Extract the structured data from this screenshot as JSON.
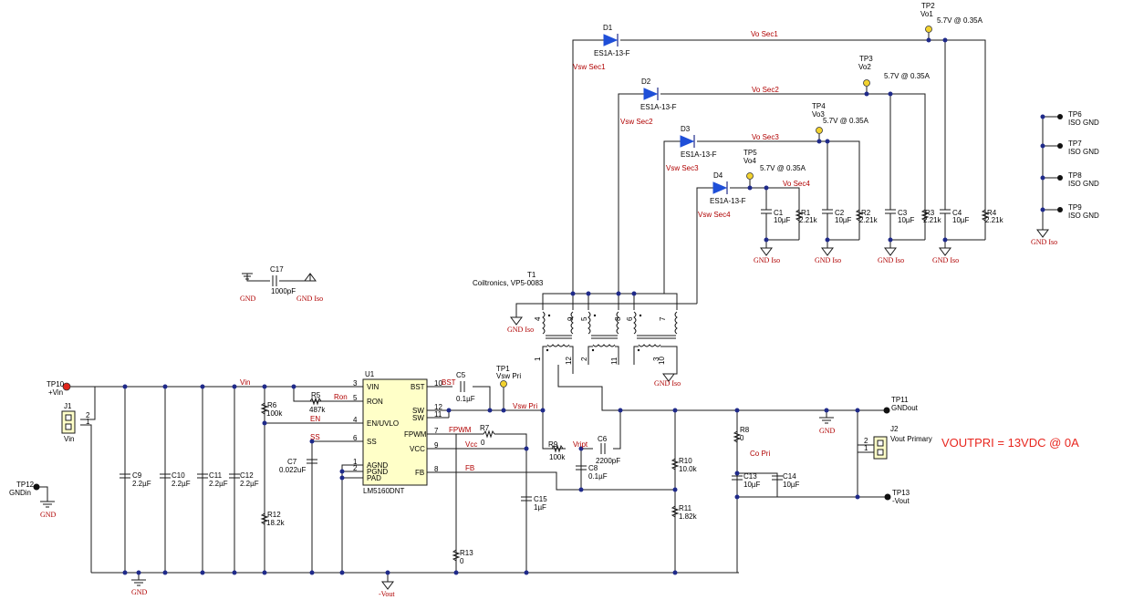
{
  "annotation": "VOUTPRI = 13VDC @ 0A",
  "ic": {
    "ref": "U1",
    "part": "LM5160DNT",
    "pins_left": [
      {
        "num": "3",
        "name": "VIN"
      },
      {
        "num": "5",
        "name": "RON"
      },
      {
        "num": "4",
        "name": "EN/UVLO"
      },
      {
        "num": "6",
        "name": "SS"
      },
      {
        "num": "1",
        "name": "AGND"
      },
      {
        "num": "2",
        "name": "PGND"
      },
      {
        "num": "",
        "name": "PAD"
      }
    ],
    "pins_right": [
      {
        "num": "10",
        "name": "BST"
      },
      {
        "num": "12",
        "name": "SW"
      },
      {
        "num": "11",
        "name": "SW"
      },
      {
        "num": "7",
        "name": "FPWM"
      },
      {
        "num": "9",
        "name": "VCC"
      },
      {
        "num": "8",
        "name": "FB"
      }
    ]
  },
  "transformer": {
    "ref": "T1",
    "part": "Coiltronics, VP5-0083",
    "pins": [
      "4",
      "9",
      "5",
      "8",
      "6",
      "7",
      "1",
      "12",
      "2",
      "11",
      "3",
      "10"
    ]
  },
  "diodes": [
    {
      "ref": "D1",
      "part": "ES1A-13-F"
    },
    {
      "ref": "D2",
      "part": "ES1A-13-F"
    },
    {
      "ref": "D3",
      "part": "ES1A-13-F"
    },
    {
      "ref": "D4",
      "part": "ES1A-13-F"
    }
  ],
  "test_points": [
    {
      "ref": "TP1",
      "label": "Vsw Pri"
    },
    {
      "ref": "TP2",
      "label": "Vo1"
    },
    {
      "ref": "TP3",
      "label": "Vo2"
    },
    {
      "ref": "TP4",
      "label": "Vo3"
    },
    {
      "ref": "TP5",
      "label": "Vo4"
    },
    {
      "ref": "TP6",
      "label": "ISO GND"
    },
    {
      "ref": "TP7",
      "label": "ISO GND"
    },
    {
      "ref": "TP8",
      "label": "ISO GND"
    },
    {
      "ref": "TP9",
      "label": "ISO GND"
    },
    {
      "ref": "TP10",
      "label": "+Vin"
    },
    {
      "ref": "TP11",
      "label": "GNDout"
    },
    {
      "ref": "TP12",
      "label": "GNDin"
    },
    {
      "ref": "TP13",
      "label": "-Vout"
    }
  ],
  "ratings": [
    "5.7V @ 0.35A",
    "5.7V @ 0.35A",
    "5.7V @ 0.35A",
    "5.7V @ 0.35A"
  ],
  "connectors": [
    {
      "ref": "J1",
      "label": "Vin",
      "pins": [
        "2",
        "1"
      ]
    },
    {
      "ref": "J2",
      "label": "Vout Primary",
      "pins": [
        "2",
        "1"
      ]
    }
  ],
  "nets": {
    "vin": "Vin",
    "ron": "Ron",
    "en": "EN",
    "ss": "SS",
    "bst": "BST",
    "vsw_pri": "Vsw Pri",
    "fpwm": "FPWM",
    "vcc": "Vcc",
    "vript": "Vript",
    "fb": "FB",
    "co_pri": "Co Pri",
    "vo_sec1": "Vo Sec1",
    "vo_sec2": "Vo Sec2",
    "vo_sec3": "Vo Sec3",
    "vo_sec4": "Vo Sec4",
    "vsw_sec1": "Vsw Sec1",
    "vsw_sec2": "Vsw Sec2",
    "vsw_sec3": "Vsw Sec3",
    "vsw_sec4": "Vsw Sec4"
  },
  "grounds": {
    "gnd": "GND",
    "gnd_iso": "GND Iso",
    "vout_neg": "-Vout"
  },
  "components": {
    "c1": {
      "ref": "C1",
      "value": "10µF"
    },
    "c2": {
      "ref": "C2",
      "value": "10µF"
    },
    "c3": {
      "ref": "C3",
      "value": "10µF"
    },
    "c4": {
      "ref": "C4",
      "value": "10µF"
    },
    "c5": {
      "ref": "C5",
      "value": "0.1µF"
    },
    "c6": {
      "ref": "C6",
      "value": "2200pF"
    },
    "c7": {
      "ref": "C7",
      "value": "0.022uF"
    },
    "c8": {
      "ref": "C8",
      "value": "0.1µF"
    },
    "c9": {
      "ref": "C9",
      "value": "2.2µF"
    },
    "c10": {
      "ref": "C10",
      "value": "2.2µF"
    },
    "c11": {
      "ref": "C11",
      "value": "2.2µF"
    },
    "c12": {
      "ref": "C12",
      "value": "2.2µF"
    },
    "c13": {
      "ref": "C13",
      "value": "10µF"
    },
    "c14": {
      "ref": "C14",
      "value": "10µF"
    },
    "c15": {
      "ref": "C15",
      "value": "1µF"
    },
    "c17": {
      "ref": "C17",
      "value": "1000pF"
    },
    "r1": {
      "ref": "R1",
      "value": "2.21k"
    },
    "r2": {
      "ref": "R2",
      "value": "2.21k"
    },
    "r3": {
      "ref": "R3",
      "value": "2.21k"
    },
    "r4": {
      "ref": "R4",
      "value": "2.21k"
    },
    "r5": {
      "ref": "R5",
      "value": "487k"
    },
    "r6": {
      "ref": "R6",
      "value": "100k"
    },
    "r7": {
      "ref": "R7",
      "value": "0"
    },
    "r8": {
      "ref": "R8",
      "value": "0"
    },
    "r9": {
      "ref": "R9",
      "value": "100k"
    },
    "r10": {
      "ref": "R10",
      "value": "10.0k"
    },
    "r11": {
      "ref": "R11",
      "value": "1.82k"
    },
    "r12": {
      "ref": "R12",
      "value": "18.2k"
    },
    "r13": {
      "ref": "R13",
      "value": "0"
    }
  },
  "colors": {
    "wire": "#1a1a1a",
    "junction": "#1f2a8a",
    "net_label": "#b00000",
    "annotation": "#e8261e",
    "ic_fill": "#ffffc8",
    "diode": "#1f4fd8",
    "test_point": "#f2d22e"
  }
}
